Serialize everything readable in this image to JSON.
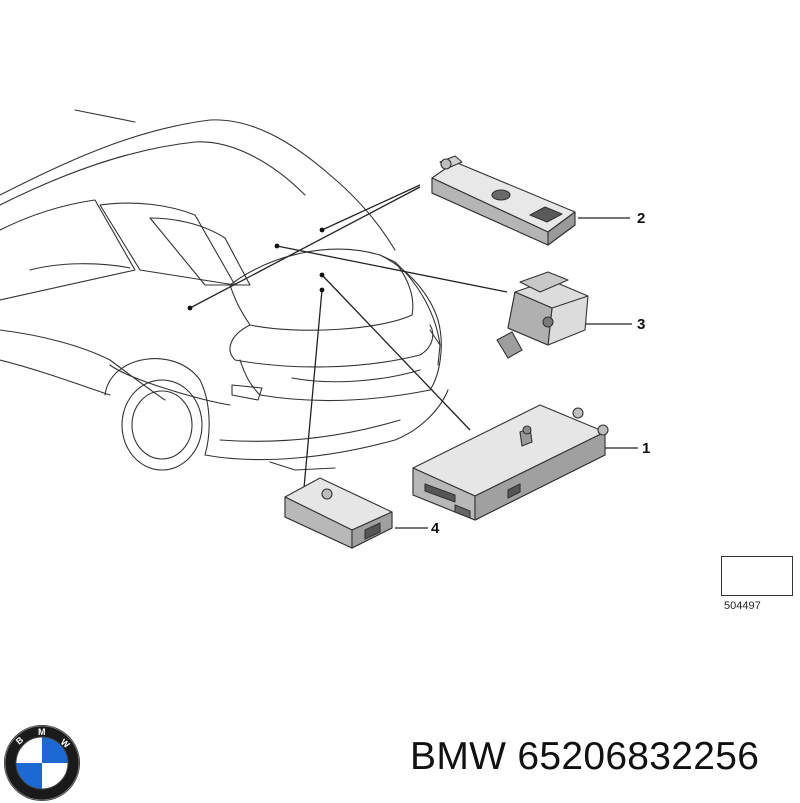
{
  "diagram": {
    "callouts": [
      {
        "id": "1",
        "label": "1"
      },
      {
        "id": "2",
        "label": "2"
      },
      {
        "id": "3",
        "label": "3"
      },
      {
        "id": "4",
        "label": "4"
      }
    ],
    "reference_number": "504497"
  },
  "footer": {
    "brand": "BMW",
    "part_number": "65206832256",
    "logo_letters": "BMW"
  },
  "colors": {
    "line": "#222222",
    "module_fill": "#e6e6e6",
    "module_shade": "#a8a8a8",
    "logo_blue": "#1c69d4",
    "logo_ring": "#111111"
  }
}
